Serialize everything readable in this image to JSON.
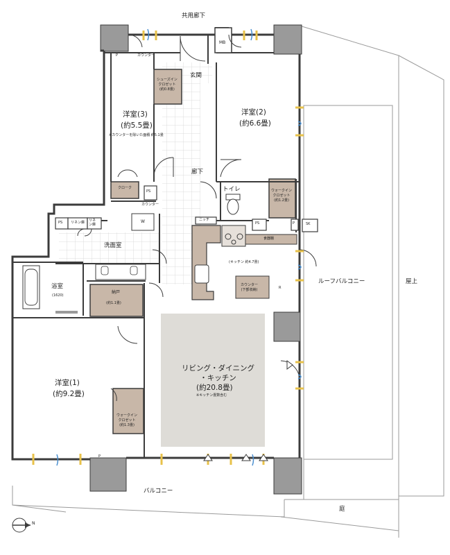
{
  "colors": {
    "wall": "#3b3b3b",
    "column": "#9a9a9a",
    "closet": "#c8b7a8",
    "ldk": "#dedcd7",
    "tile": "#e8e8e8",
    "balcony_line": "#9a9a9a"
  },
  "labels": {
    "corridor": "共用廊下",
    "mb": "MB",
    "entrance": "玄関",
    "counter_top": "カウンター",
    "p_top": "P",
    "shoes_closet": "シューズイン\nクロゼット\n(約0.8畳)",
    "room3_name": "洋室(3)",
    "room3_size": "(約5.5畳)",
    "room3_note": "※カウンターを除いた面積 約5.1畳",
    "room2_name": "洋室(2)",
    "room2_size": "(約6.6畳)",
    "hallway": "廊下",
    "cloak": "クローク",
    "ps1": "PS",
    "counter_mid": "カウンター",
    "toilet": "トイレ",
    "wic2": "ウォークイン\nクロゼット\n(約1.2畳)",
    "w": "W",
    "ps2": "PS",
    "linen1": "リネン庫",
    "linen2": "リネ\nン庫",
    "niche": "ニッチ",
    "ps3": "PS",
    "p_right": "P",
    "sk": "SK",
    "dish_shelf": "食器棚",
    "washroom": "洗面室",
    "kitchen": "(キッチン 約4.7畳)",
    "bath_name": "浴室",
    "bath_size": "(1620)",
    "storage_name": "納戸",
    "storage_size": "(約1.1畳)",
    "counter_kitchen": "カウンター\n(下部収納)",
    "r": "R",
    "roof_balcony": "ルーフバルコニー",
    "rooftop": "屋上",
    "ldk_name": "リビング・ダイニング\n・キッチン",
    "ldk_size": "(約20.8畳)",
    "ldk_note": "※キッチン畳数含む",
    "room1_name": "洋室(1)",
    "room1_size": "(約9.2畳)",
    "wic1": "ウォークイン\nクロゼット\n(約1.3畳)",
    "p_bottom": "P",
    "balcony": "バルコニー",
    "garden": "庭",
    "north": "N"
  }
}
